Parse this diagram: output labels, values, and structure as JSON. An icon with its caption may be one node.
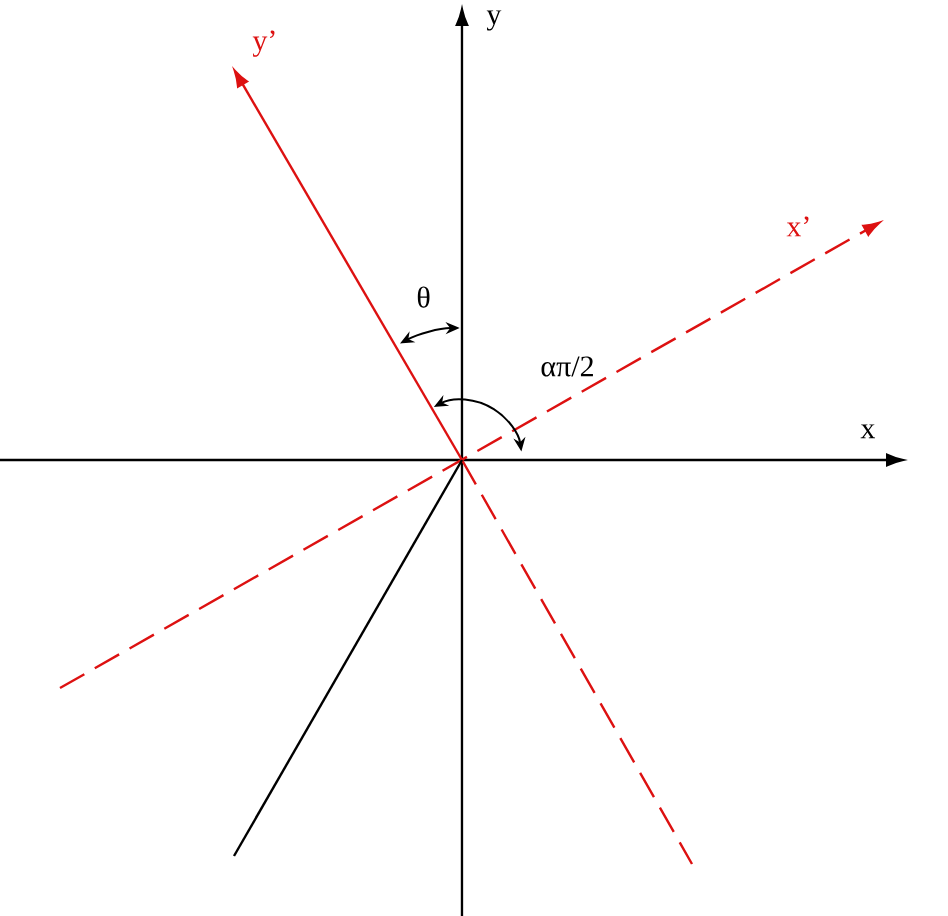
{
  "diagram": {
    "labels": [
      "y’",
      "y",
      "θ",
      "x’",
      "απ/2",
      "x"
    ]
  }
}
